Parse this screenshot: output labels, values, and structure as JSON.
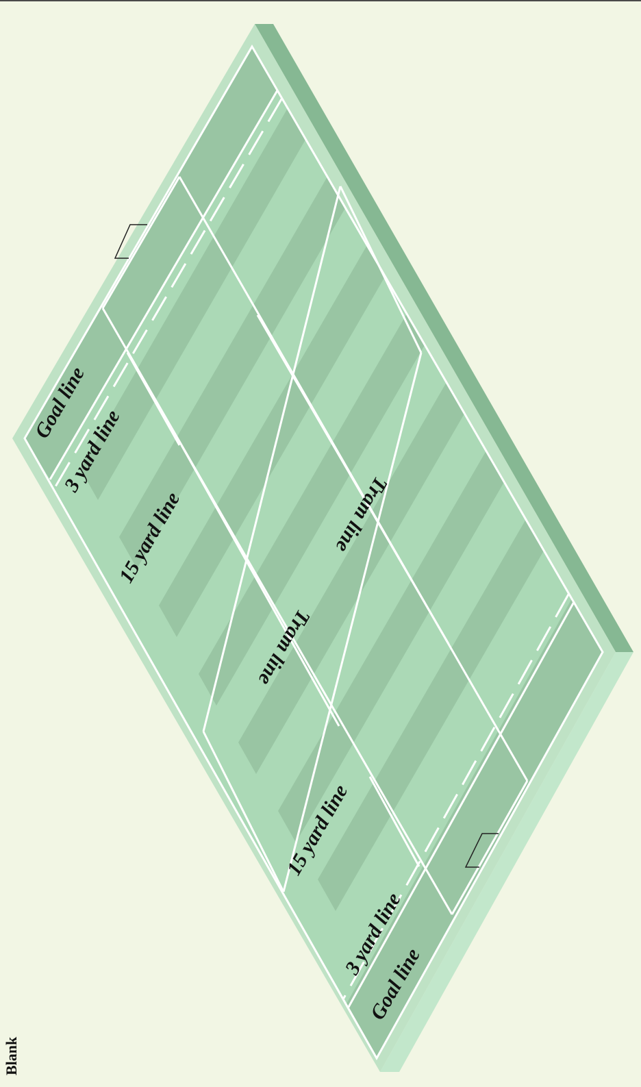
{
  "diagram": {
    "page_label": "Blank",
    "labels": {
      "goal_top": "Goal line",
      "three_top": "3 yard line",
      "fifteen_top": "15 yard line",
      "tram_a": "Tram line",
      "tram_b": "Tram line",
      "fifteen_bottom": "15 yard line",
      "three_bottom": "3 yard line",
      "goal_bottom": "Goal line"
    },
    "colors": {
      "background": "#f2f6e4",
      "field_light": "#abd9b6",
      "field_dark": "#99c5a3",
      "border": "#bfe2c5",
      "line": "#ffffff"
    }
  }
}
